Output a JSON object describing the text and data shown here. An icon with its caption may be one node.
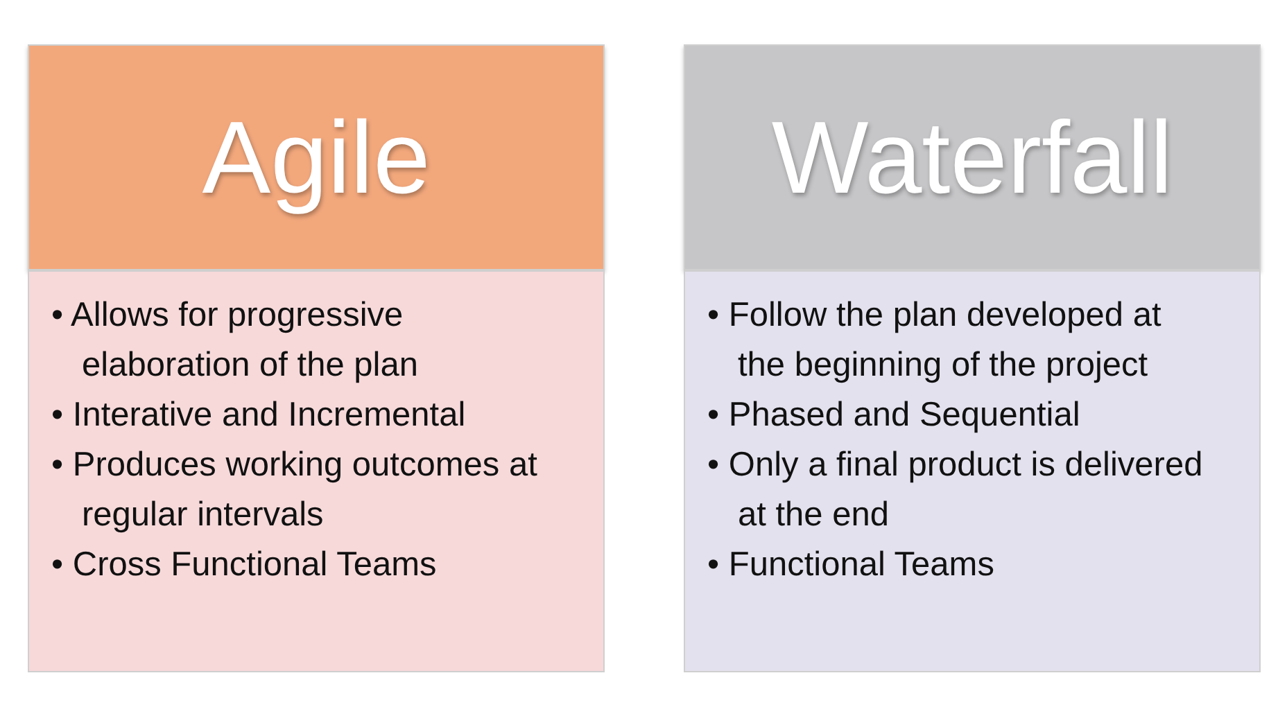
{
  "diagram": {
    "nodes": [
      {
        "text": [
          "Agile"
        ]
      },
      {
        "text": [
          "• Allows for progressive elaboration of the plan",
          "• Interative and Incremental",
          "• Produces working outcomes at regular intervals",
          "• Cross Functional Teams"
        ]
      },
      {
        "text": [
          "Waterfall"
        ]
      },
      {
        "text": [
          "• Follow the plan developed at the beginning of the project",
          "• Phased and Sequential",
          "• Only a final product is delivered at the end",
          "• Functional Teams"
        ]
      }
    ]
  }
}
